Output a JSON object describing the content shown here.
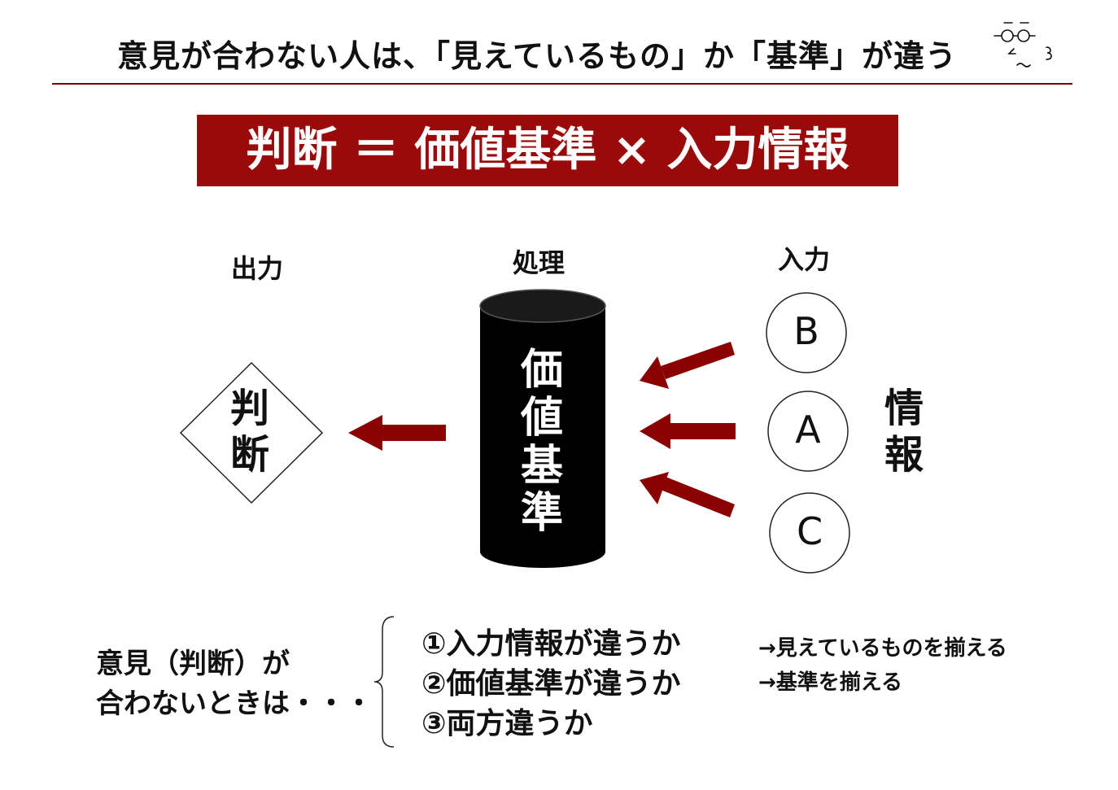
{
  "header": {
    "title": "意見が合わない人は、「見えているもの」か「基準」が違う"
  },
  "formula": {
    "text": "判断 ＝ 価値基準 × 入力情報"
  },
  "diagram": {
    "output_label": "出力",
    "process_label": "処理",
    "input_label": "入力",
    "judgement_box": [
      "判",
      "断"
    ],
    "cylinder_text": [
      "価",
      "値",
      "基",
      "準"
    ],
    "input_items": [
      "B",
      "A",
      "C"
    ],
    "info_label": [
      "情",
      "報"
    ]
  },
  "bottom": {
    "lead_lines": [
      "意見（判断）が",
      "合わないときは・・・"
    ],
    "conditions": [
      "①入力情報が違うか",
      "②価値基準が違うか",
      "③両方違うか"
    ],
    "remedies": [
      "→見えているものを揃える",
      "→基準を揃える"
    ]
  },
  "colors": {
    "accent": "#9b0a0a",
    "arrow": "#8b0000",
    "cylinder": "#000000",
    "rule": "#7a0000"
  },
  "icons": {
    "logo": "face-doodle-icon"
  }
}
